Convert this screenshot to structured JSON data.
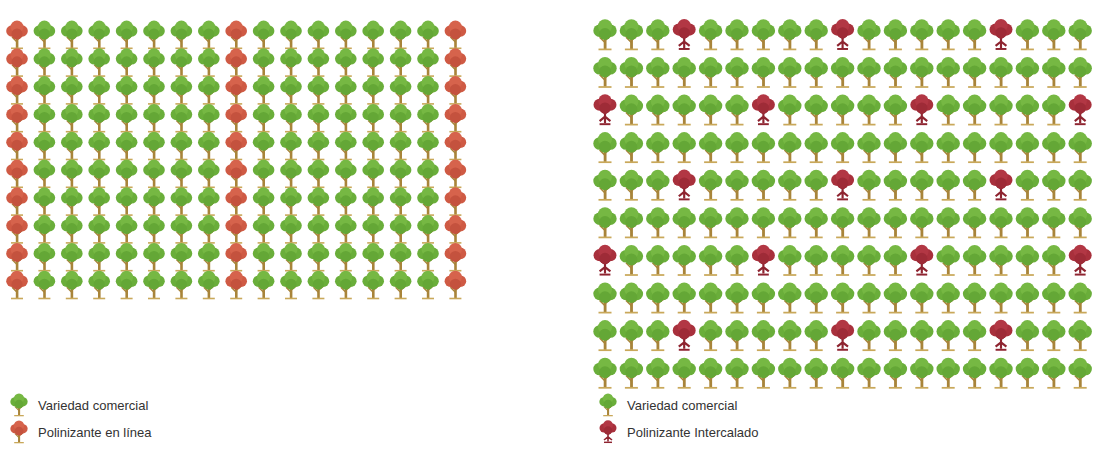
{
  "diagram": {
    "legend": [
      {
        "text": "Variedad comercial"
      },
      {
        "text": "Polinizante en línea"
      },
      {
        "text": "Variedad comercial"
      },
      {
        "text": "Polinizante Intercalado"
      }
    ]
  }
}
